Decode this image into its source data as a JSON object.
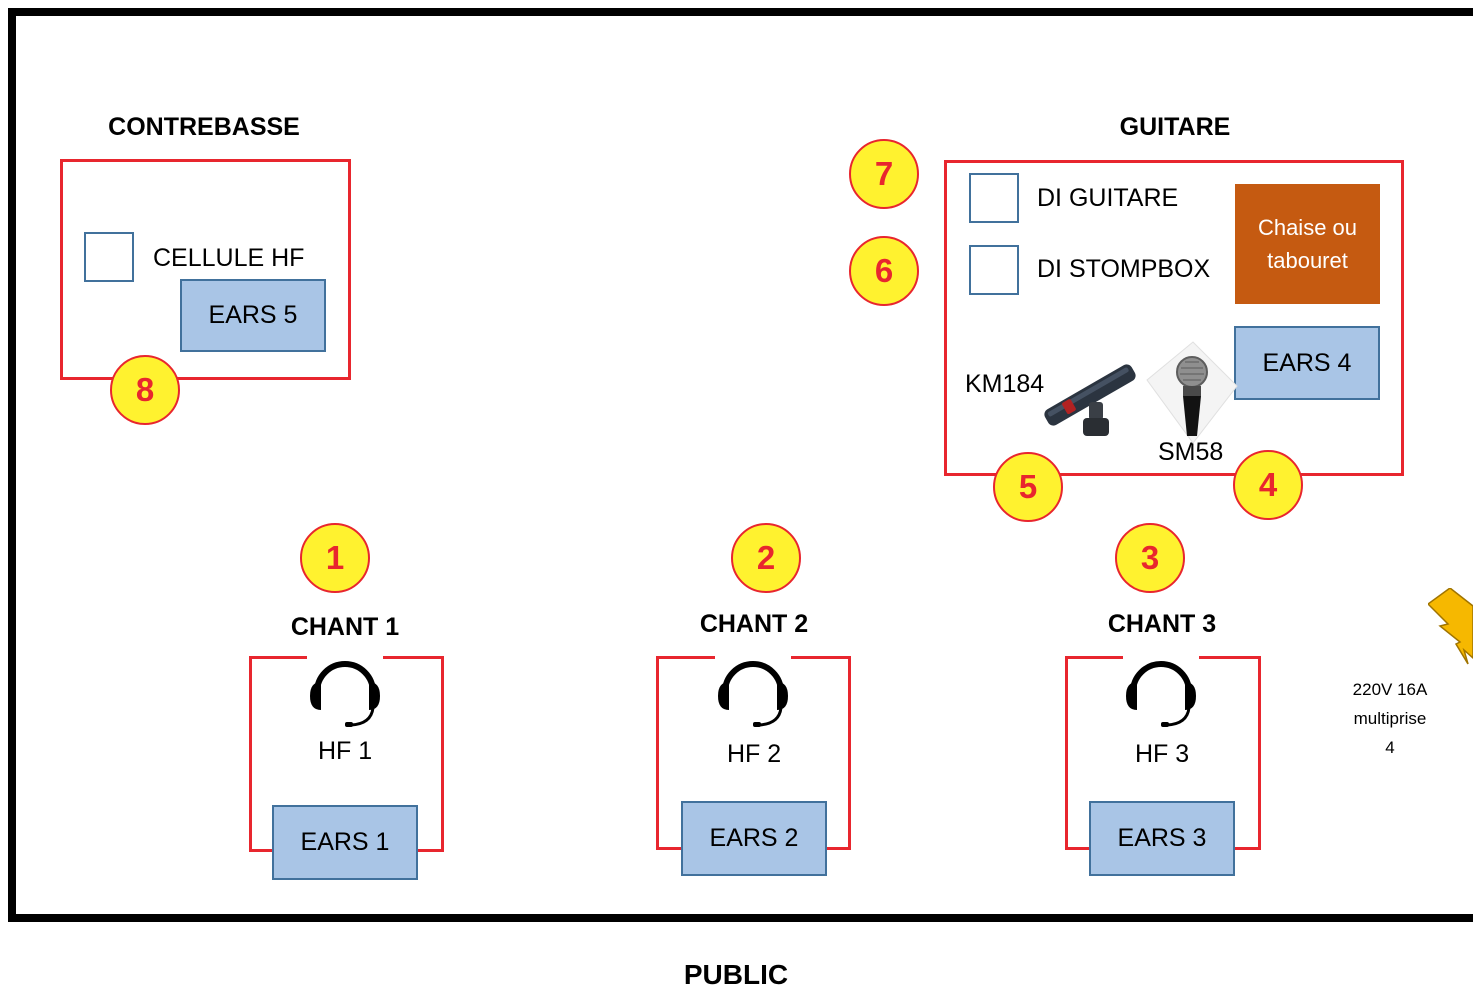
{
  "zones": {
    "contrebasse": {
      "title": "CONTREBASSE",
      "cellule_label": "CELLULE HF",
      "ears": "EARS 5",
      "badge": "8"
    },
    "guitare": {
      "title": "GUITARE",
      "di_guitare": "DI GUITARE",
      "di_stompbox": "DI STOMPBOX",
      "chair": "Chaise ou tabouret",
      "ears": "EARS 4",
      "km_label": "KM184",
      "sm_label": "SM58",
      "badges": [
        "7",
        "6",
        "5",
        "4"
      ]
    },
    "chants": [
      {
        "badge": "1",
        "title": "CHANT 1",
        "hf": "HF 1",
        "ears": "EARS 1"
      },
      {
        "badge": "2",
        "title": "CHANT 2",
        "hf": "HF 2",
        "ears": "EARS 2"
      },
      {
        "badge": "3",
        "title": "CHANT 3",
        "hf": "HF 3",
        "ears": "EARS 3"
      }
    ]
  },
  "power": {
    "line1": "220V 16A",
    "line2": "multiprise 4",
    "icon": "lightning-icon"
  },
  "audience": "PUBLIC",
  "colors": {
    "zone_border": "#e8262e",
    "badge_fill": "#fff22f",
    "badge_text": "#e8262e",
    "ears_fill": "#a9c5e6",
    "chair_fill": "#c55a11"
  }
}
